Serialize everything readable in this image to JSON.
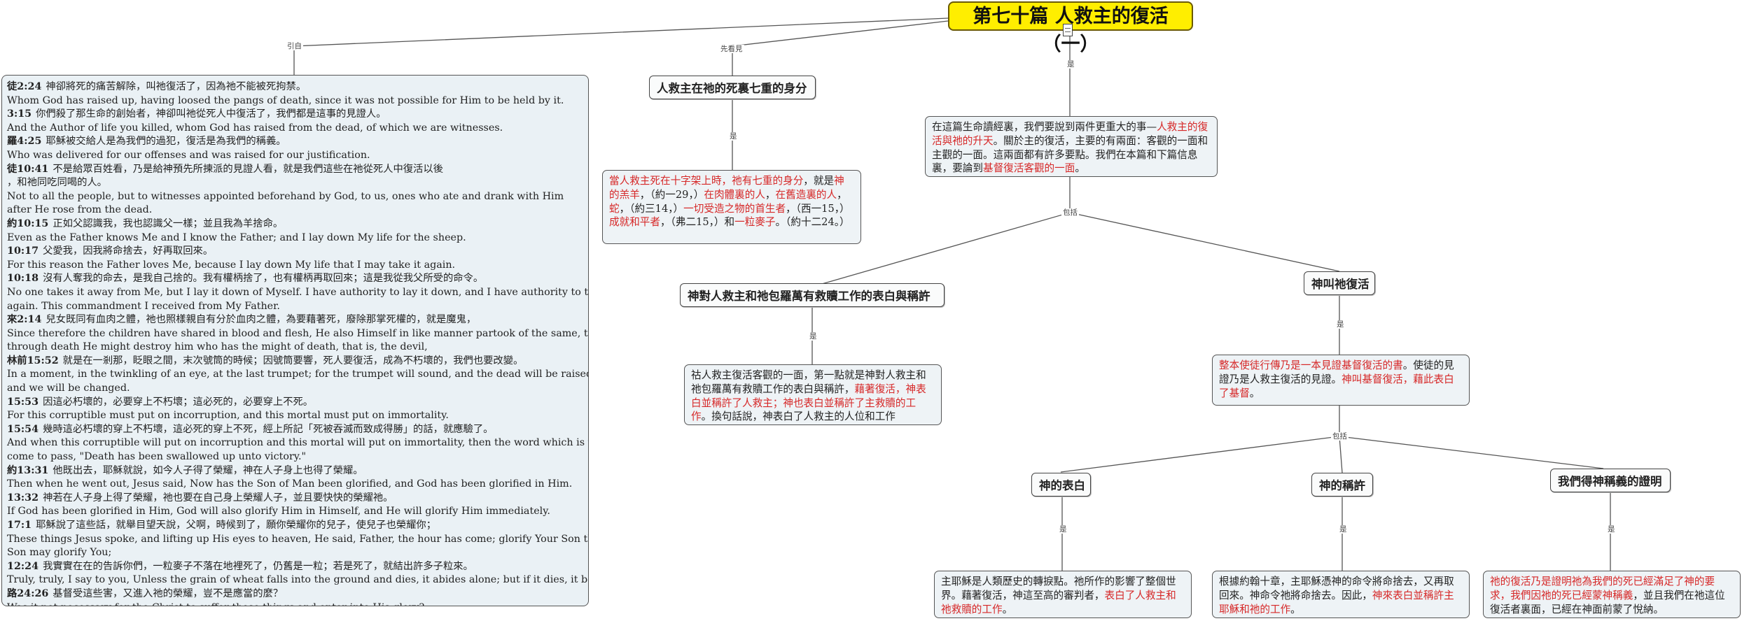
{
  "title": "第七十篇 人救主的復活（一）",
  "labels": {
    "yinzi": "引自",
    "xiankan": "先看見",
    "shi": "是",
    "baokuo": "包括"
  },
  "verses": [
    {
      "ref": "徒2:24",
      "lines": [
        "神卻將死的痛苦解除，叫祂復活了，因為祂不能被死拘禁。",
        "Whom God has raised up, having loosed the pangs of death, since it was not possible for Him to be held by it."
      ]
    },
    {
      "ref": "3:15",
      "lines": [
        "你們殺了那生命的創始者，神卻叫祂從死人中復活了，我們都是這事的見證人。",
        "And the Author of life you killed, whom God has raised from the dead, of which we are witnesses."
      ]
    },
    {
      "ref": "羅4:25",
      "lines": [
        "耶穌被交給人是為我們的過犯，復活是為我們的稱義。",
        "Who was delivered for our offenses and was raised for our justification."
      ]
    },
    {
      "ref": "徒10:41",
      "lines": [
        "不是給眾百姓看，乃是給神預先所揀派的見證人看，就是我們這些在祂從死人中復活以後",
        "，和祂同吃同喝的人。",
        "Not to all the people, but to witnesses appointed beforehand by God, to us, ones who ate and drank with Him",
        "after He rose from the dead."
      ]
    },
    {
      "ref": "約10:15",
      "lines": [
        "正如父認識我，我也認識父一樣；並且我為羊捨命。",
        "Even as the Father knows Me and I know the Father; and I lay down My life for the sheep."
      ]
    },
    {
      "ref": "10:17",
      "lines": [
        "父愛我，因我將命捨去，好再取回來。",
        "For this reason the Father loves Me, because I lay down My life that I may take it again."
      ]
    },
    {
      "ref": "10:18",
      "lines": [
        "沒有人奪我的命去，是我自己捨的。我有權柄捨了，也有權柄再取回來；這是我從我父所受的命令。",
        "No one takes it away from Me, but I lay it down of Myself. I have authority to lay it down, and I have authority to take it",
        "again. This commandment I received from My Father."
      ]
    },
    {
      "ref": "來2:14",
      "lines": [
        "兒女既同有血肉之體，祂也照樣親自有分於血肉之體，為要藉著死，廢除那掌死權的，就是魔鬼，",
        "Since therefore the children have shared in blood and flesh, He also Himself in like manner partook of the same, that",
        "through death He might destroy him who has the might of death, that is, the devil,"
      ]
    },
    {
      "ref": "林前15:52",
      "lines": [
        "就是在一剎那，眨眼之間，末次號筒的時候；因號筒要響，死人要復活，成為不朽壞的，我們也要改變。",
        "In a moment, in the twinkling of an eye, at the last trumpet; for the trumpet will sound, and the dead will be raised incorruptible,",
        "and we will be changed."
      ]
    },
    {
      "ref": "15:53",
      "lines": [
        "因這必朽壞的，必要穿上不朽壞；這必死的，必要穿上不死。",
        "For this corruptible must put on incorruption, and this mortal must put on immortality."
      ]
    },
    {
      "ref": "15:54",
      "lines": [
        "幾時這必朽壞的穿上不朽壞，這必死的穿上不死，經上所記「死被吞滅而致成得勝」的話，就應驗了。",
        "And when this corruptible will put on incorruption and this mortal will put on immortality, then the word which is written will",
        " come to pass, \"Death has been swallowed up unto victory.\""
      ]
    },
    {
      "ref": "約13:31",
      "lines": [
        "他既出去，耶穌就說，如今人子得了榮耀，神在人子身上也得了榮耀。",
        "Then when he went out, Jesus said, Now has the Son of Man been glorified, and God has been glorified in Him."
      ]
    },
    {
      "ref": "13:32",
      "lines": [
        "神若在人子身上得了榮耀，祂也要在自己身上榮耀人子，並且要快快的榮耀祂。",
        "If God has been glorified in Him, God will also glorify Him in Himself, and He will glorify Him immediately."
      ]
    },
    {
      "ref": "17:1",
      "lines": [
        "耶穌說了這些話，就舉目望天說，父啊，時候到了，願你榮耀你的兒子，使兒子也榮耀你；",
        "These things Jesus spoke, and lifting up His eyes to heaven, He said, Father, the hour has come; glorify Your Son that the",
        "Son may glorify You;"
      ]
    },
    {
      "ref": "12:24",
      "lines": [
        "我實實在在的告訴你們，一粒麥子不落在地裡死了，仍舊是一粒；若是死了，就結出許多子粒來。",
        "Truly, truly, I say to you, Unless the grain of wheat falls into the ground and dies, it abides alone; but if it dies, it bears much fruit."
      ]
    },
    {
      "ref": "路24:26",
      "lines": [
        "基督受這些害，又進入祂的榮耀，豈不是應當的麼？",
        "Was it not necessary for the Christ to suffer these things and enter into His glory?"
      ]
    }
  ],
  "nodes": {
    "seven_identities_heading": "人救主在祂的死裏七重的身分",
    "seven_identities_text": [
      {
        "t": "當人救主死在十字架上時，祂有七重的身分",
        "red": true
      },
      {
        "t": "，就是",
        "red": false
      },
      {
        "t": "神的羔羊",
        "red": true
      },
      {
        "t": "，（約一29，）",
        "red": false
      },
      {
        "t": "在肉體裏的人",
        "red": true
      },
      {
        "t": "，",
        "red": false
      },
      {
        "t": "在舊造裏的人",
        "red": true
      },
      {
        "t": "，",
        "red": false
      },
      {
        "t": "蛇",
        "red": true
      },
      {
        "t": "，（約三14，）",
        "red": false
      },
      {
        "t": "一切受造之物的首生者",
        "red": true
      },
      {
        "t": "，（西一15，）",
        "red": false
      },
      {
        "t": "成就和平者",
        "red": true
      },
      {
        "t": "，（弗二15，）和",
        "red": false
      },
      {
        "t": "一粒麥子",
        "red": true
      },
      {
        "t": "。（約十二24。）",
        "red": false
      }
    ],
    "intro_text": [
      {
        "t": "在這篇生命讀經裏，我們要說到兩件更重大的事—",
        "red": false
      },
      {
        "t": "人救主的復活與祂的升天",
        "red": true
      },
      {
        "t": "。關於主的復活，主要的有兩面：客觀的一面和主觀的一面。這兩面都有許多要點。我們在本篇和下篇信息裏，要論到",
        "red": false
      },
      {
        "t": "基督復活客觀的一面",
        "red": true
      },
      {
        "t": "。",
        "red": false
      }
    ],
    "expression_heading": "神對人救主和祂包羅萬有救贖工作的表白與稱許",
    "expression_text": [
      {
        "t": "祜人救主復活客觀的一面，第一點就是神對人救主和祂包羅萬有救贖工作的表白與稱許，",
        "red": false
      },
      {
        "t": "藉著復活，神表白並稱許了人救主；神也表白並稱許了主救贖的工作",
        "red": true
      },
      {
        "t": "。換句話說，神表白了人救主的人位和工作",
        "red": false
      }
    ],
    "god_raised_heading": "神叫祂復活",
    "god_raised_text": [
      {
        "t": "整本使徒行傳乃是一本見證基督復活的書",
        "red": true
      },
      {
        "t": "。使徒的見證乃是人救主復活的見證。",
        "red": false
      },
      {
        "t": "神叫基督復活，藉此表白了基督",
        "red": true
      },
      {
        "t": "。",
        "red": false
      }
    ],
    "gods_expression_heading": "神的表白",
    "gods_expression_text": [
      {
        "t": "主耶穌是人類歷史的轉捩點。祂所作的影響了整個世界。藉著復活，神這至高的審判者，",
        "red": false
      },
      {
        "t": "表白了人救主和祂救贖的工作",
        "red": true
      },
      {
        "t": "。",
        "red": false
      }
    ],
    "gods_approval_heading": "神的稱許",
    "gods_approval_text": [
      {
        "t": "根據約翰十章，主耶穌憑神的命令將命捨去，又再取回來。神命令祂將命捨去。因此，",
        "red": false
      },
      {
        "t": "神來表白並稱許主耶穌和祂的工作",
        "red": true
      },
      {
        "t": "。",
        "red": false
      }
    ],
    "justified_heading": "我們得神稱義的證明",
    "justified_text": [
      {
        "t": "祂的復活乃是證明祂為我們的死已經滿足了神的要求，我們因祂的死已經蒙神稱義",
        "red": true
      },
      {
        "t": "，並且我們在祂這位復活者裏面，已經在神面前蒙了悅納。",
        "red": false
      }
    ]
  },
  "colors": {
    "title_bg": "#ffee00",
    "highlight_text": "#d62828",
    "box_bg": "#eef3f6",
    "line": "#555555"
  }
}
